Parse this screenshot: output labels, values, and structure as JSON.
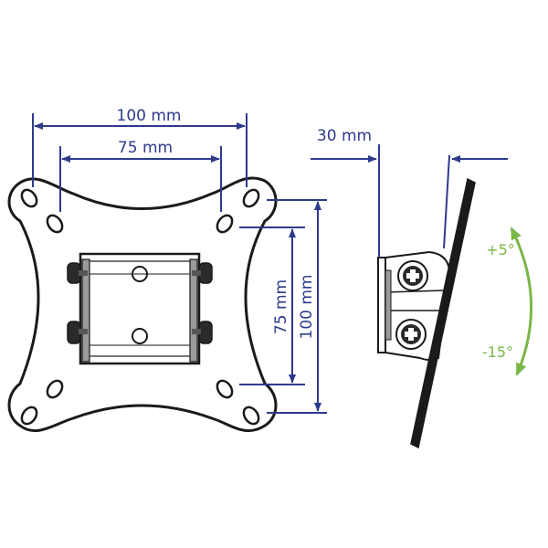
{
  "colors": {
    "dimension": "#2e3a8c",
    "tilt": "#7ab648",
    "outline": "#1a1a1a",
    "background": "#ffffff"
  },
  "front_view": {
    "dim_width_100": "100 mm",
    "dim_width_75": "75 mm",
    "dim_height_75": "75 mm",
    "dim_height_100": "100 mm"
  },
  "side_view": {
    "dim_offset_30": "30 mm",
    "tilt_up": "+5°",
    "tilt_down": "-15°"
  }
}
